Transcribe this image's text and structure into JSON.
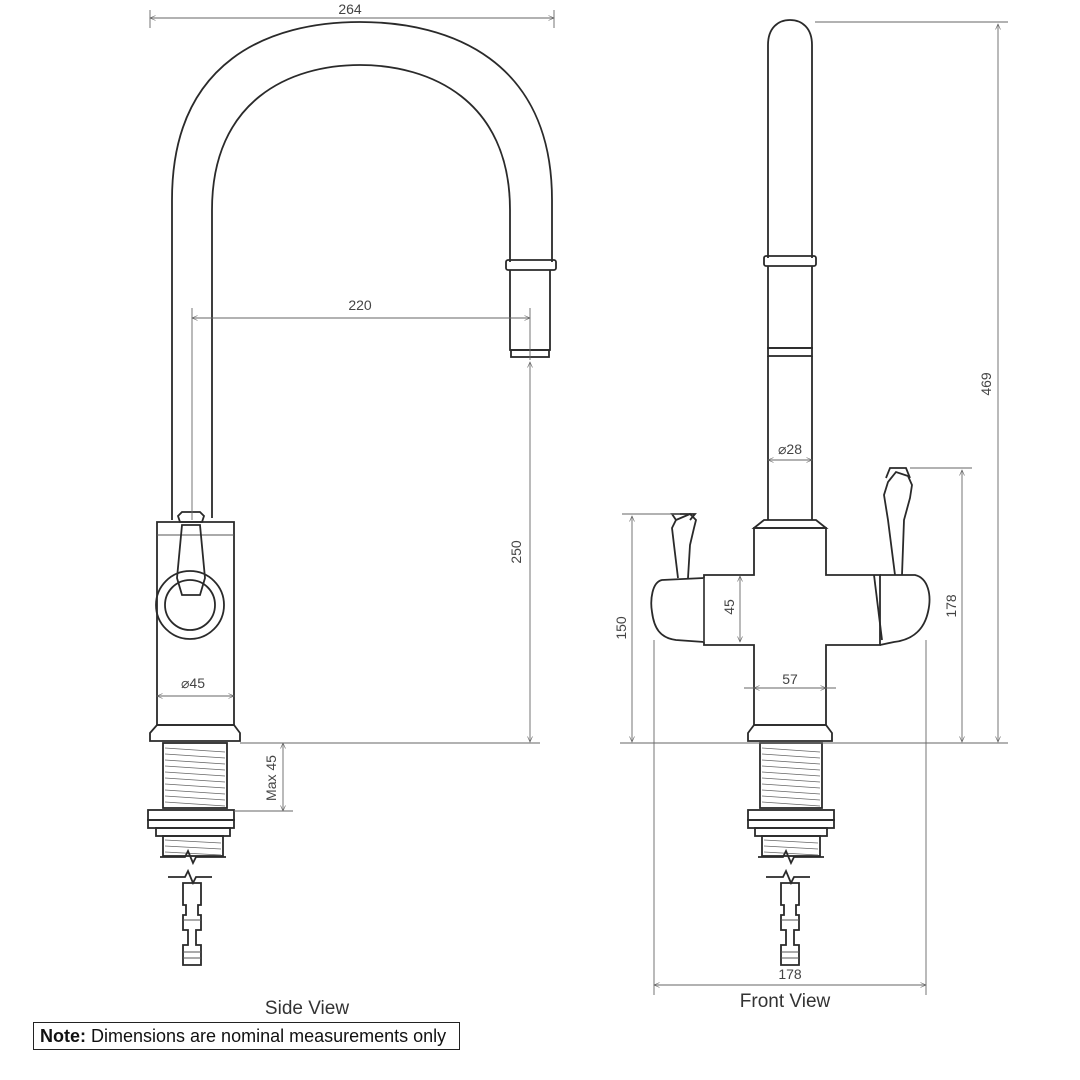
{
  "dimensions": {
    "overall_width": "264",
    "reach": "220",
    "spout_height": "250",
    "body_diameter": "⌀45",
    "max_mount": "Max 45",
    "spout_diameter": "⌀28",
    "overall_height": "469",
    "left_lever_height": "150",
    "right_lever_height": "178",
    "body_height": "45",
    "body_width": "57",
    "front_width": "178"
  },
  "views": {
    "side": "Side View",
    "front": "Front View"
  },
  "note": {
    "label": "Note:",
    "text": " Dimensions are nominal measurements only"
  },
  "colors": {
    "line": "#2a2a2a",
    "dimension": "#666666",
    "background": "#ffffff"
  }
}
